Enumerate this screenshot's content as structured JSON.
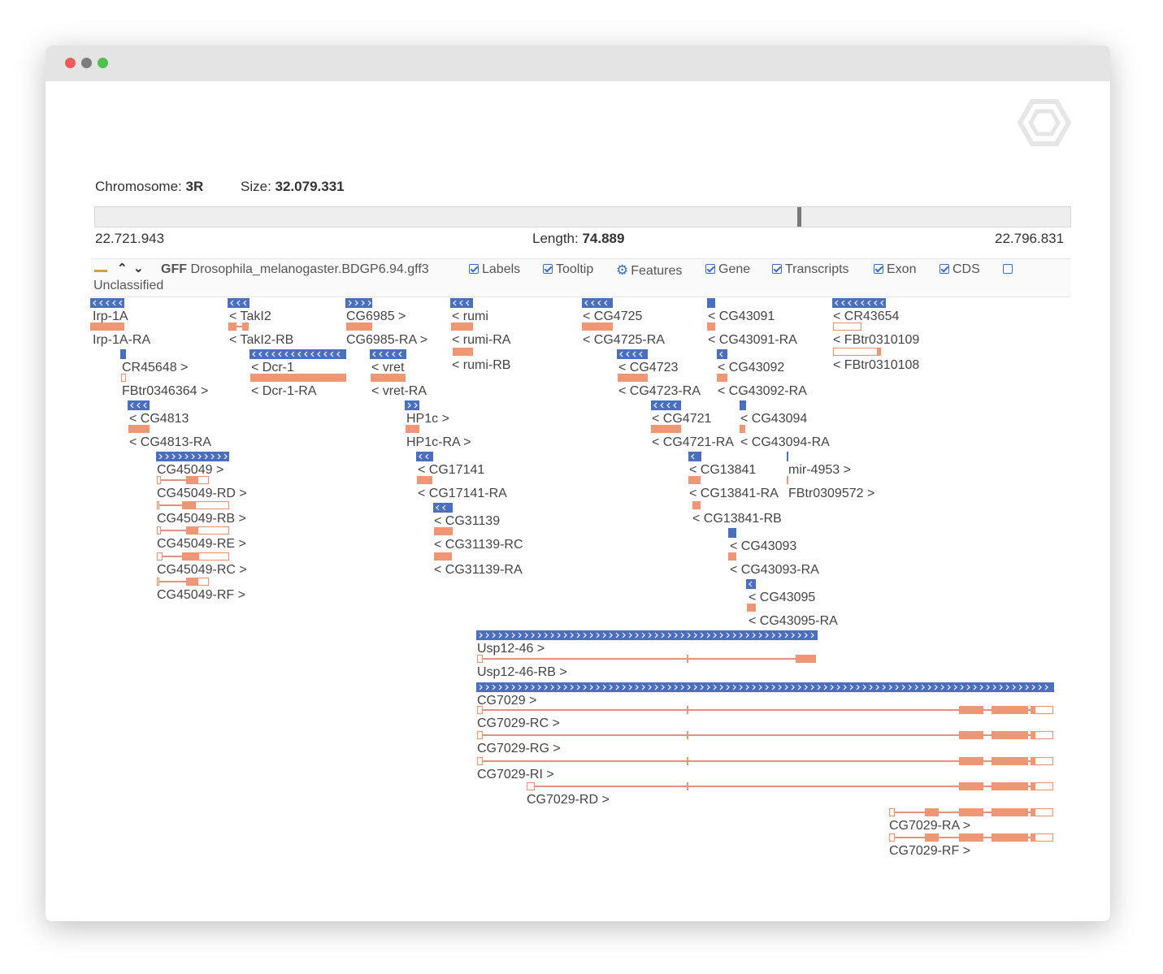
{
  "chromosome": {
    "label": "Chromosome:",
    "value": "3R"
  },
  "size": {
    "label": "Size:",
    "value": "32.079.331"
  },
  "range": {
    "start": "22.721.943",
    "length_label": "Length:",
    "length_value": "74.889",
    "end": "22.796.831"
  },
  "toolbar": {
    "gff_prefix": "GFF",
    "track_name": "Drosophila_melanogaster.BDGP6.94.gff3",
    "options": [
      {
        "id": "labels",
        "label": "Labels",
        "checked": true
      },
      {
        "id": "tooltip",
        "label": "Tooltip",
        "checked": true
      },
      {
        "id": "features",
        "label": "Features",
        "icon": "gear-icon"
      },
      {
        "id": "gene",
        "label": "Gene",
        "checked": true
      },
      {
        "id": "transcripts",
        "label": "Transcripts",
        "checked": true
      },
      {
        "id": "exon",
        "label": "Exon",
        "checked": true
      },
      {
        "id": "cds",
        "label": "CDS",
        "checked": true
      },
      {
        "id": "unclassified",
        "label": "Unclassified",
        "checked": false
      }
    ]
  },
  "colors": {
    "gene": "#4a6fc0",
    "exon": "#f0a085",
    "cds": "#ef9775",
    "intron": "#e06a5a",
    "text": "#444444"
  },
  "features": [
    {
      "type": "gene",
      "label": "Irp-1A",
      "dir": "<"
    },
    {
      "type": "transcript",
      "label": "Irp-1A-RA"
    },
    {
      "type": "gene",
      "label": "CR45648 >",
      "dir": ">"
    },
    {
      "type": "transcript",
      "label": "FBtr0346364 >"
    },
    {
      "type": "gene",
      "label": "< CG4813",
      "dir": "<"
    },
    {
      "type": "transcript",
      "label": "< CG4813-RA"
    },
    {
      "type": "gene",
      "label": "CG45049 >",
      "dir": ">"
    },
    {
      "type": "transcript",
      "label": "CG45049-RD >"
    },
    {
      "type": "transcript",
      "label": "CG45049-RB >"
    },
    {
      "type": "transcript",
      "label": "CG45049-RE >"
    },
    {
      "type": "transcript",
      "label": "CG45049-RC >"
    },
    {
      "type": "transcript",
      "label": "CG45049-RF >"
    },
    {
      "type": "gene",
      "label": "< TakI2",
      "dir": "<"
    },
    {
      "type": "transcript",
      "label": "< TakI2-RB"
    },
    {
      "type": "gene",
      "label": "< Dcr-1",
      "dir": "<"
    },
    {
      "type": "transcript",
      "label": "< Dcr-1-RA"
    },
    {
      "type": "gene",
      "label": "CG6985 >",
      "dir": ">"
    },
    {
      "type": "transcript",
      "label": "CG6985-RA >"
    },
    {
      "type": "gene",
      "label": "< vret",
      "dir": "<"
    },
    {
      "type": "transcript",
      "label": "< vret-RA"
    },
    {
      "type": "gene",
      "label": "HP1c >",
      "dir": ">"
    },
    {
      "type": "transcript",
      "label": "HP1c-RA >"
    },
    {
      "type": "gene",
      "label": "< CG17141",
      "dir": "<"
    },
    {
      "type": "transcript",
      "label": "< CG17141-RA"
    },
    {
      "type": "gene",
      "label": "< CG31139",
      "dir": "<"
    },
    {
      "type": "transcript",
      "label": "< CG31139-RC"
    },
    {
      "type": "transcript",
      "label": "< CG31139-RA"
    },
    {
      "type": "gene",
      "label": "< rumi",
      "dir": "<"
    },
    {
      "type": "transcript",
      "label": "< rumi-RA"
    },
    {
      "type": "transcript",
      "label": "< rumi-RB"
    },
    {
      "type": "gene",
      "label": "< CG4725",
      "dir": "<"
    },
    {
      "type": "transcript",
      "label": "< CG4725-RA"
    },
    {
      "type": "gene",
      "label": "< CG4723",
      "dir": "<"
    },
    {
      "type": "transcript",
      "label": "< CG4723-RA"
    },
    {
      "type": "gene",
      "label": "< CG4721",
      "dir": "<"
    },
    {
      "type": "transcript",
      "label": "< CG4721-RA"
    },
    {
      "type": "gene",
      "label": "< CG13841",
      "dir": "<"
    },
    {
      "type": "transcript",
      "label": "< CG13841-RA"
    },
    {
      "type": "transcript",
      "label": "< CG13841-RB"
    },
    {
      "type": "gene",
      "label": "< CG43091",
      "dir": "<"
    },
    {
      "type": "transcript",
      "label": "< CG43091-RA"
    },
    {
      "type": "gene",
      "label": "< CG43092",
      "dir": "<"
    },
    {
      "type": "transcript",
      "label": "< CG43092-RA"
    },
    {
      "type": "gene",
      "label": "< CG43094",
      "dir": "<"
    },
    {
      "type": "transcript",
      "label": "< CG43094-RA"
    },
    {
      "type": "gene",
      "label": "mir-4953 >",
      "dir": ">"
    },
    {
      "type": "transcript",
      "label": "FBtr0309572 >"
    },
    {
      "type": "gene",
      "label": "< CG43093",
      "dir": "<"
    },
    {
      "type": "transcript",
      "label": "< CG43093-RA"
    },
    {
      "type": "gene",
      "label": "< CG43095",
      "dir": "<"
    },
    {
      "type": "transcript",
      "label": "< CG43095-RA"
    },
    {
      "type": "gene",
      "label": "< CR43654",
      "dir": "<"
    },
    {
      "type": "transcript",
      "label": "< FBtr0310109"
    },
    {
      "type": "transcript",
      "label": "< FBtr0310108"
    },
    {
      "type": "gene",
      "label": "Usp12-46 >",
      "dir": ">"
    },
    {
      "type": "transcript",
      "label": "Usp12-46-RB >"
    },
    {
      "type": "gene",
      "label": "CG7029 >",
      "dir": ">"
    },
    {
      "type": "transcript",
      "label": "CG7029-RC >"
    },
    {
      "type": "transcript",
      "label": "CG7029-RG >"
    },
    {
      "type": "transcript",
      "label": "CG7029-RI >"
    },
    {
      "type": "transcript",
      "label": "CG7029-RD >"
    },
    {
      "type": "transcript",
      "label": "CG7029-RA >"
    },
    {
      "type": "transcript",
      "label": "CG7029-RF >"
    }
  ]
}
